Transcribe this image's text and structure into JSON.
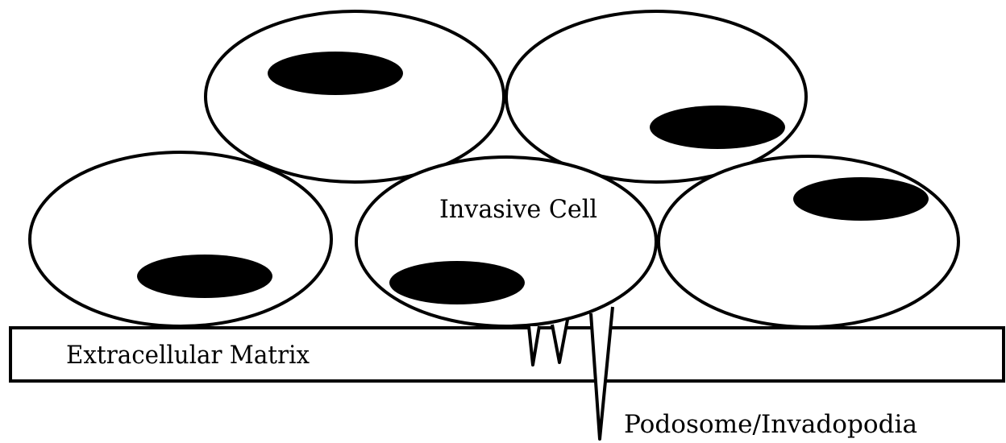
{
  "labels": {
    "invasive_cell": "Invasive Cell",
    "extracellular_matrix": "Extracellular  Matrix",
    "podosome": "Podosome/Invadopodia"
  },
  "colors": {
    "background": "#ffffff",
    "outline": "#000000",
    "nucleus": "#000000"
  }
}
